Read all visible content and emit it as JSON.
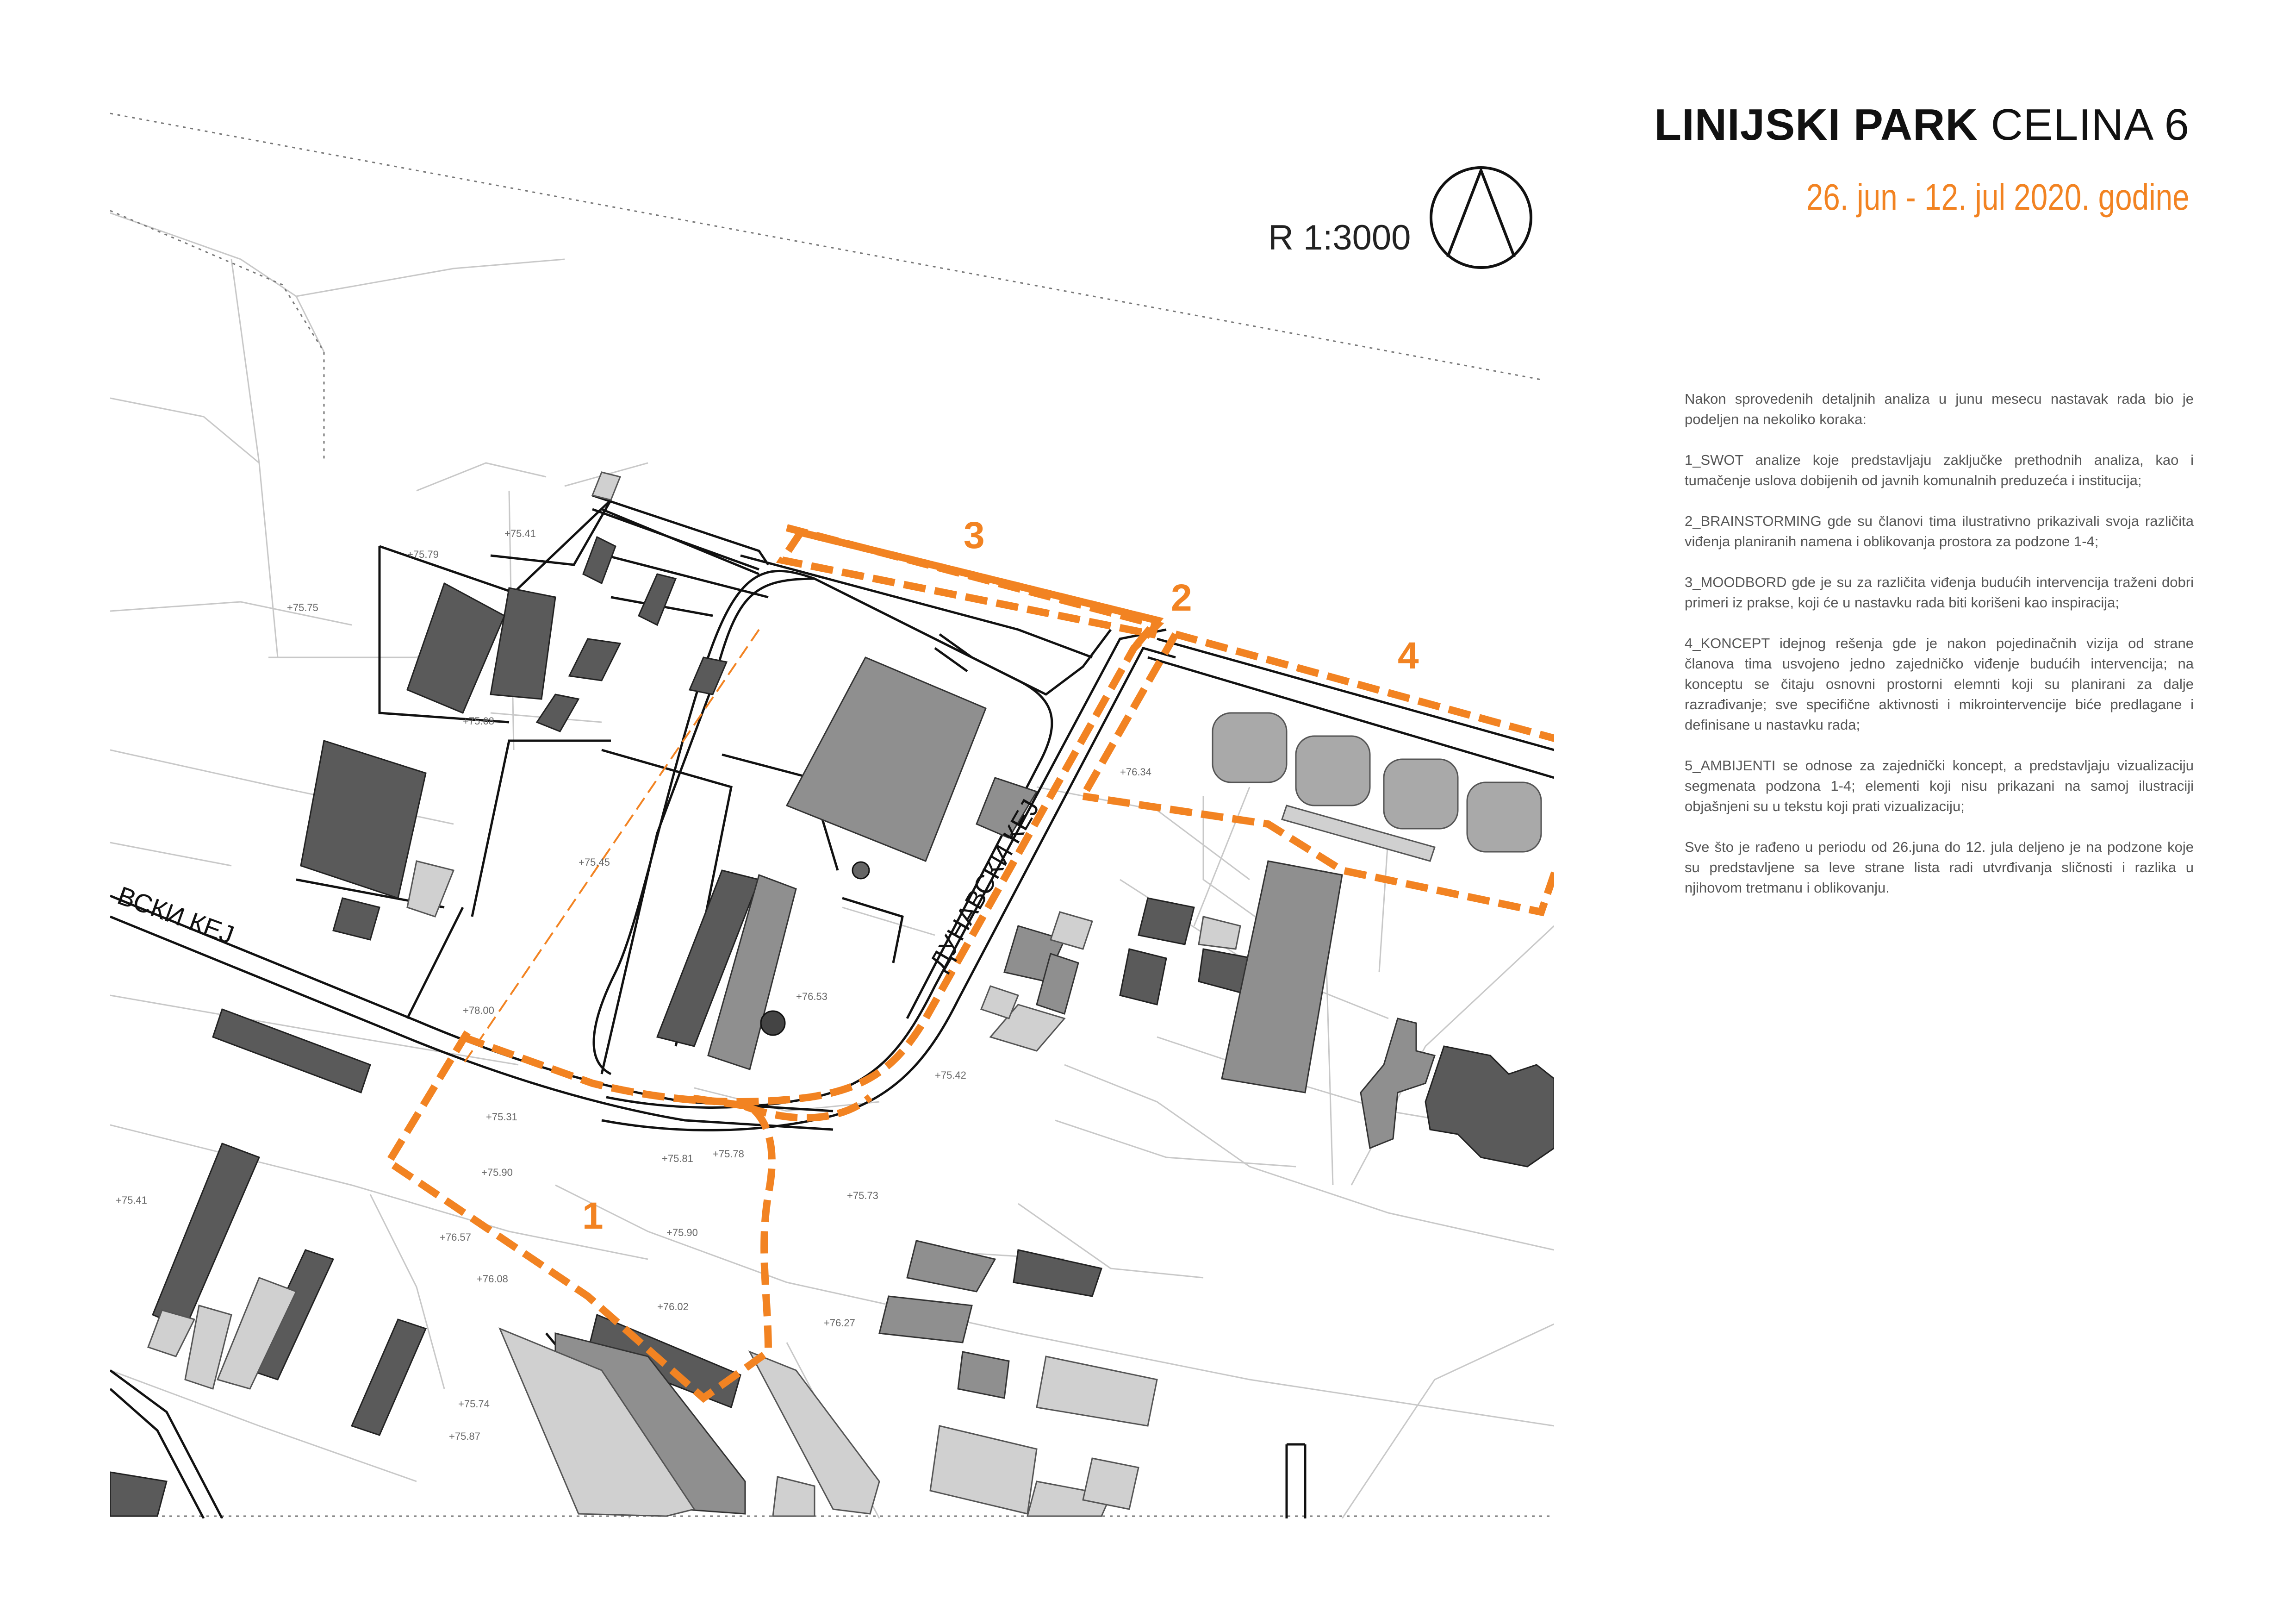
{
  "header": {
    "title_bold": "LINIJSKI PARK",
    "title_rest": "CELINA 6",
    "dates": "26. jun - 12. jul 2020. godine"
  },
  "map": {
    "scale": "R 1:3000",
    "orientation_icon": "north-arrow-icon",
    "street_labels": {
      "danube_quay_partial": "ВСКИ КЕЈ",
      "danube_quay": "ДУНАВСКИ КЕЈ"
    },
    "zones": [
      {
        "id": "1",
        "label": "1"
      },
      {
        "id": "2",
        "label": "2"
      },
      {
        "id": "3",
        "label": "3"
      },
      {
        "id": "4",
        "label": "4"
      }
    ],
    "zone_color": "#f28322",
    "building_color_dark": "#5a5a5a",
    "building_color_mid": "#8f8f8f",
    "building_color_light": "#d0d0d0",
    "elevations": [
      "+75.41",
      "+75.79",
      "+75.75",
      "+75.68",
      "+75.45",
      "+78.00",
      "+75.31",
      "+75.90",
      "+75.81",
      "+75.78",
      "+75.73",
      "+75.42",
      "+76.53",
      "+76.34",
      "+75.90",
      "+76.57",
      "+76.08",
      "+76.02",
      "+76.27",
      "+75.74",
      "+75.87",
      "+75.41"
    ]
  },
  "notes": {
    "intro": "Nakon sprovedenih detaljnih analiza u junu mesecu nastavak rada bio je podeljen na nekoliko koraka:",
    "step1": "1_SWOT analize koje predstavljaju zaključke prethodnih analiza, kao i tumačenje uslova dobijenih od javnih komunalnih preduzeća i institucija;",
    "step2": "2_BRAINSTORMING gde su članovi tima ilustrativno prikazivali svoja različita viđenja planiranih namena i oblikovanja prostora za podzone 1-4;",
    "step3": "3_MOODBORD gde je su za različita viđenja budućih intervencija traženi dobri primeri iz prakse, koji će u nastavku rada biti korišeni kao inspiracija;",
    "step4": "4_KONCEPT idejnog rešenja gde je nakon pojedinačnih vizija od strane članova tima usvojeno jedno zajedničko viđenje budućih intervencija; na konceptu se čitaju osnovni prostorni elemnti koji su planirani za dalje razrađivanje; sve specifične aktivnosti i mikrointervencije biće predlagane i definisane u nastavku rada;",
    "step5": "5_AMBIJENTI se odnose za zajednički koncept, a predstavljaju vizualizaciju segmenata podzona 1-4; elementi koji nisu prikazani na samoj ilustraciji objašnjeni su u tekstu koji prati vizualizaciju;",
    "closing": "Sve što je rađeno u periodu od 26.juna do 12. jula deljeno je na podzone koje su predstavljene sa leve strane lista radi utvrđivanja sličnosti i razlika u njihovom tretmanu i oblikovanju."
  }
}
